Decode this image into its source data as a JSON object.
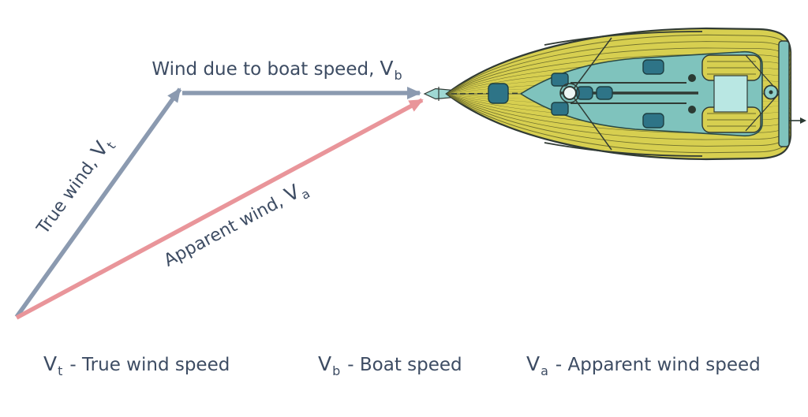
{
  "arrow_labels": {
    "boat_speed": {
      "text": "Wind due to boat speed,",
      "var": "V",
      "sub": "b"
    },
    "true_wind": {
      "text": "True wind,",
      "var": "V",
      "sub": "t"
    },
    "apparent_wind": {
      "text": "Apparent wind,",
      "var": "V",
      "sub": "a"
    }
  },
  "legend": [
    {
      "var": "V",
      "sub": "t",
      "desc": "- True wind speed"
    },
    {
      "var": "V",
      "sub": "b",
      "desc": "- Boat speed"
    },
    {
      "var": "V",
      "sub": "a",
      "desc": "- Apparent wind speed"
    }
  ],
  "colors": {
    "text": "#3d4c63",
    "wind_vector_gray": "#8b9ab0",
    "apparent_wind_vector_pink": "#e9959a",
    "hull_yellow": "#d7cf50",
    "plank_olive": "#6e6e2d",
    "deck_teal": "#7fc3bd",
    "hatch_teal": "#2e7487",
    "cockpit_floor_cyan": "#b9e7e3",
    "outline_dark": "#303a34"
  }
}
